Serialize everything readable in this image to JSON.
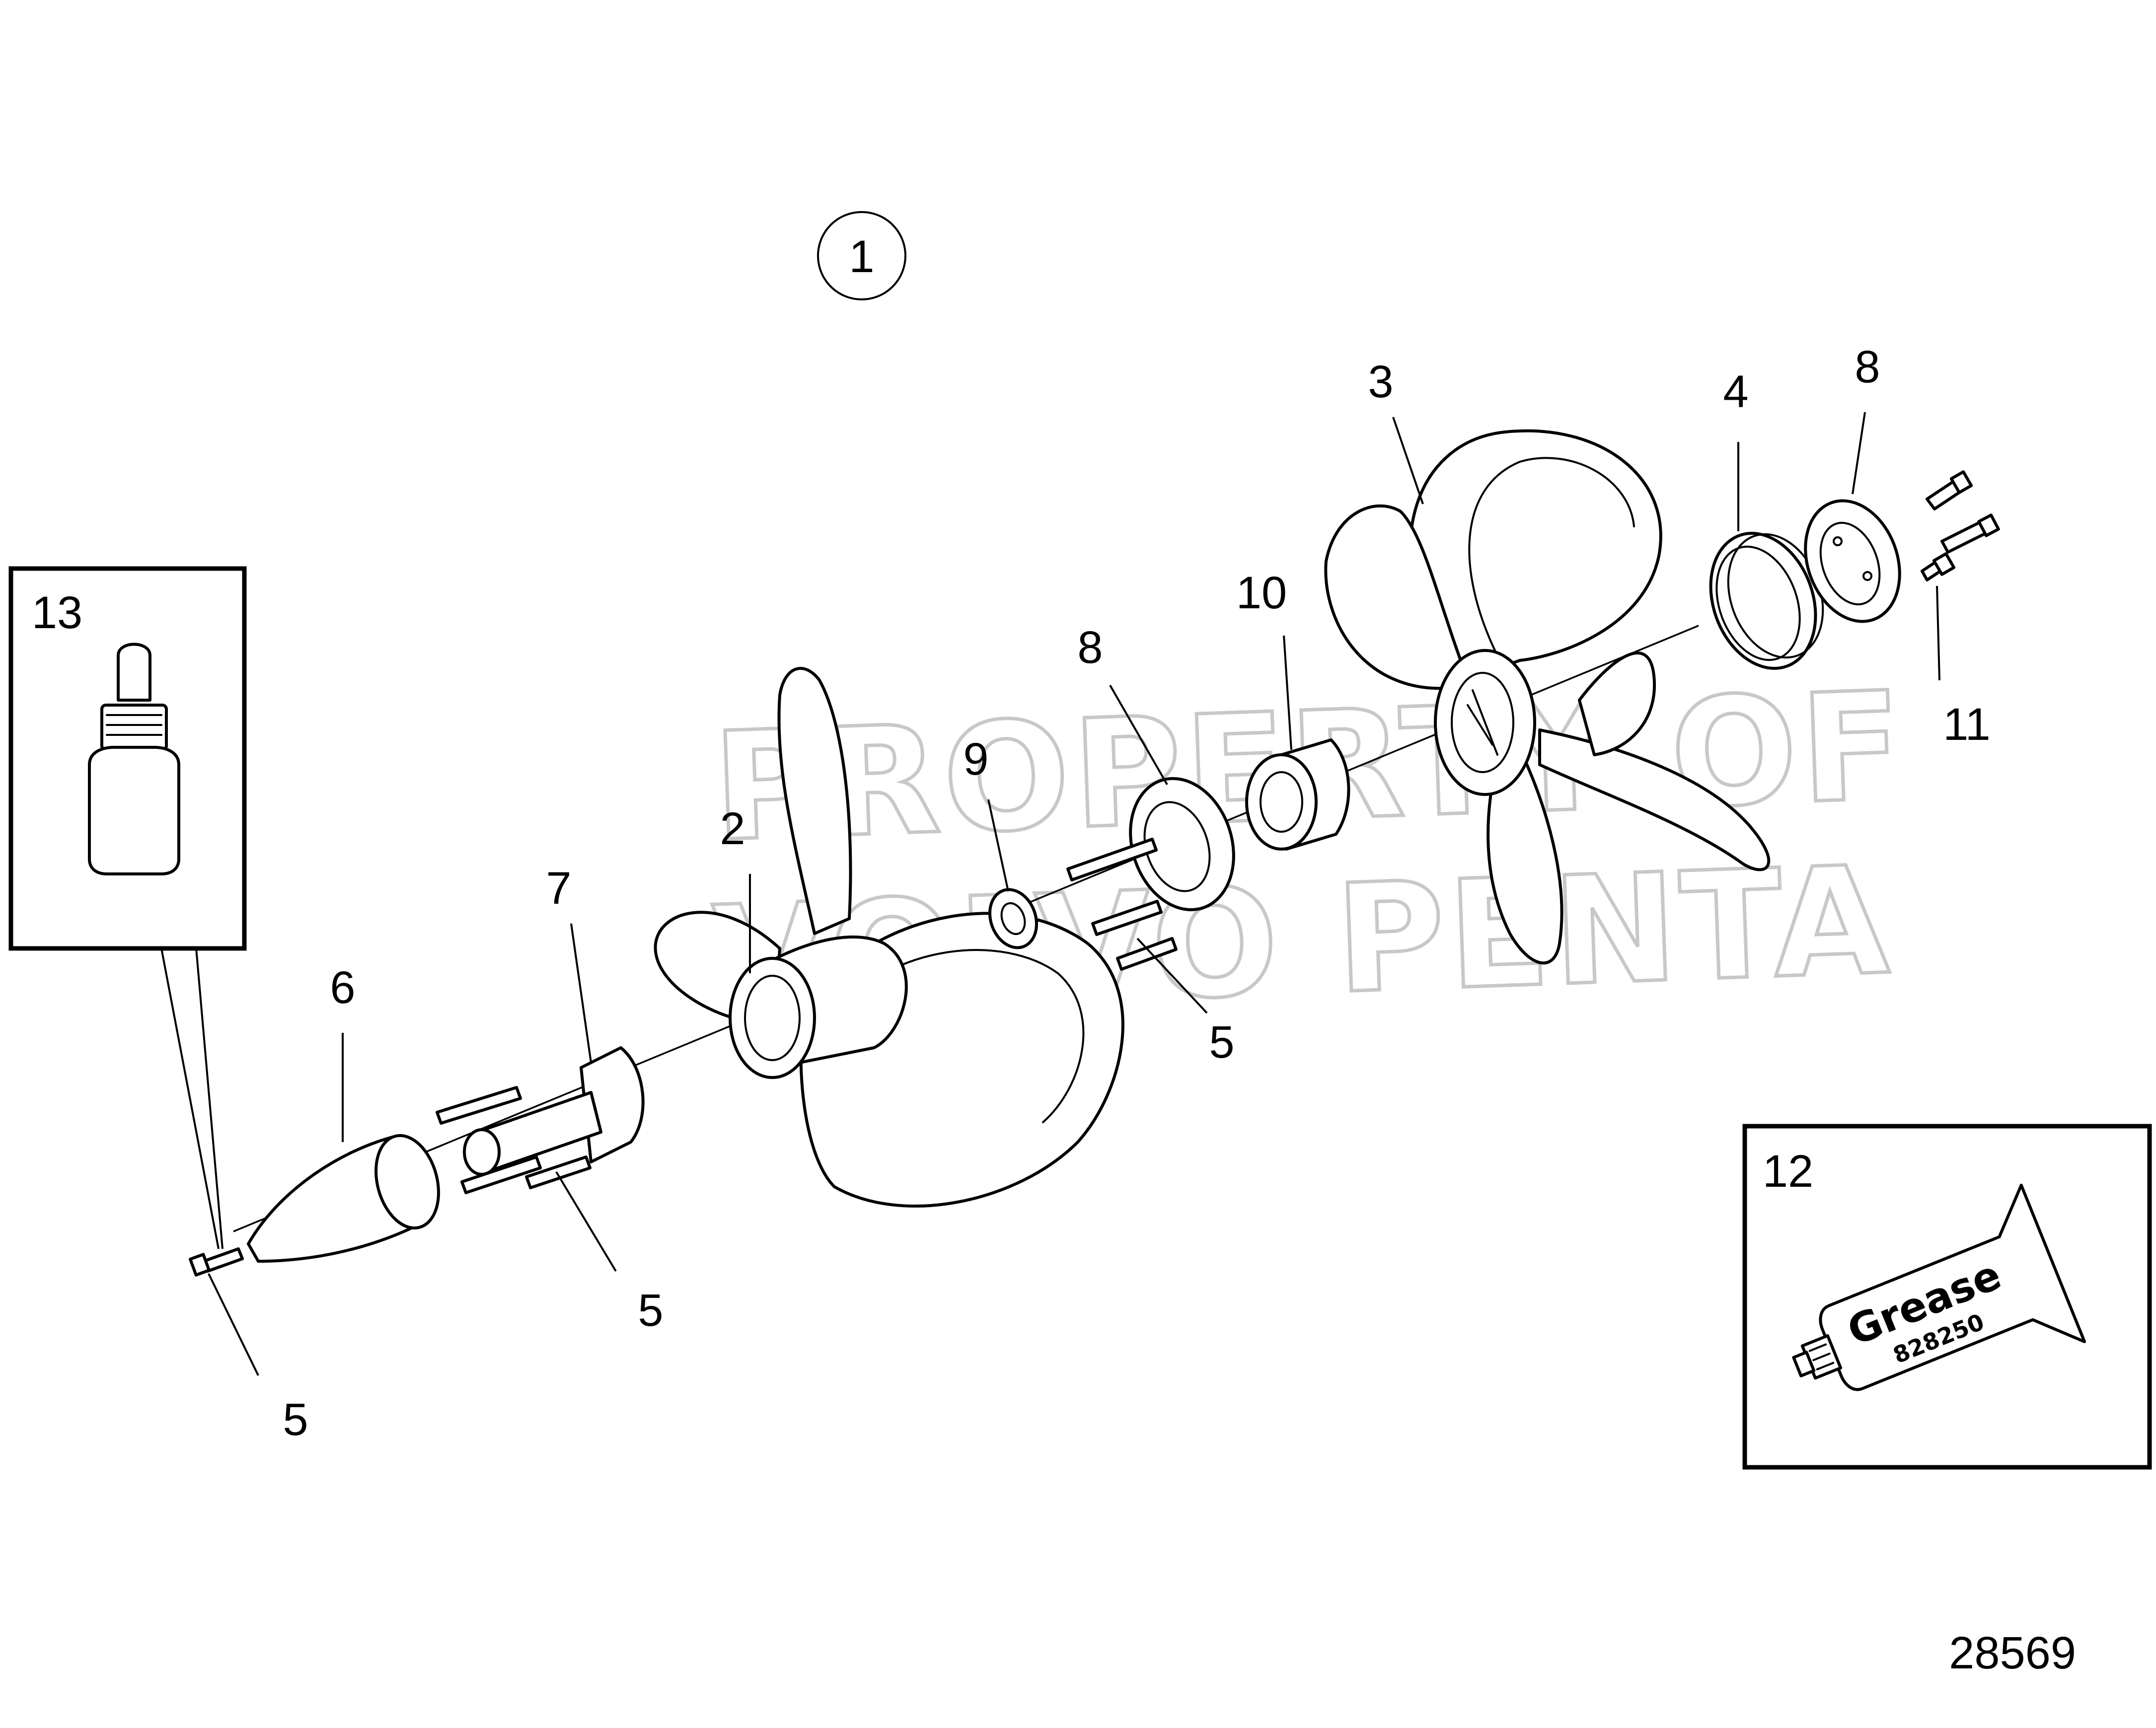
{
  "figure_number": "28569",
  "assembly_callout": "1",
  "watermark": {
    "line1": "PROPERTY OF",
    "line2": "VOLVO PENTA",
    "color": "#c8c8c8"
  },
  "callouts": {
    "c2": "2",
    "c3": "3",
    "c4": "4",
    "c5a": "5",
    "c5b": "5",
    "c5c": "5",
    "c6": "6",
    "c7": "7",
    "c8a": "8",
    "c8b": "8",
    "c9": "9",
    "c10": "10",
    "c11": "11",
    "c12": "12",
    "c13": "13"
  },
  "grease_tube": {
    "label": "Grease",
    "part_no": "828250"
  },
  "icons": {
    "front_propeller": "propeller-3-blade-icon",
    "rear_propeller": "propeller-4-blade-icon",
    "cone": "propeller-cone-icon",
    "bottle": "thread-locker-bottle-icon",
    "tube": "grease-tube-icon"
  }
}
